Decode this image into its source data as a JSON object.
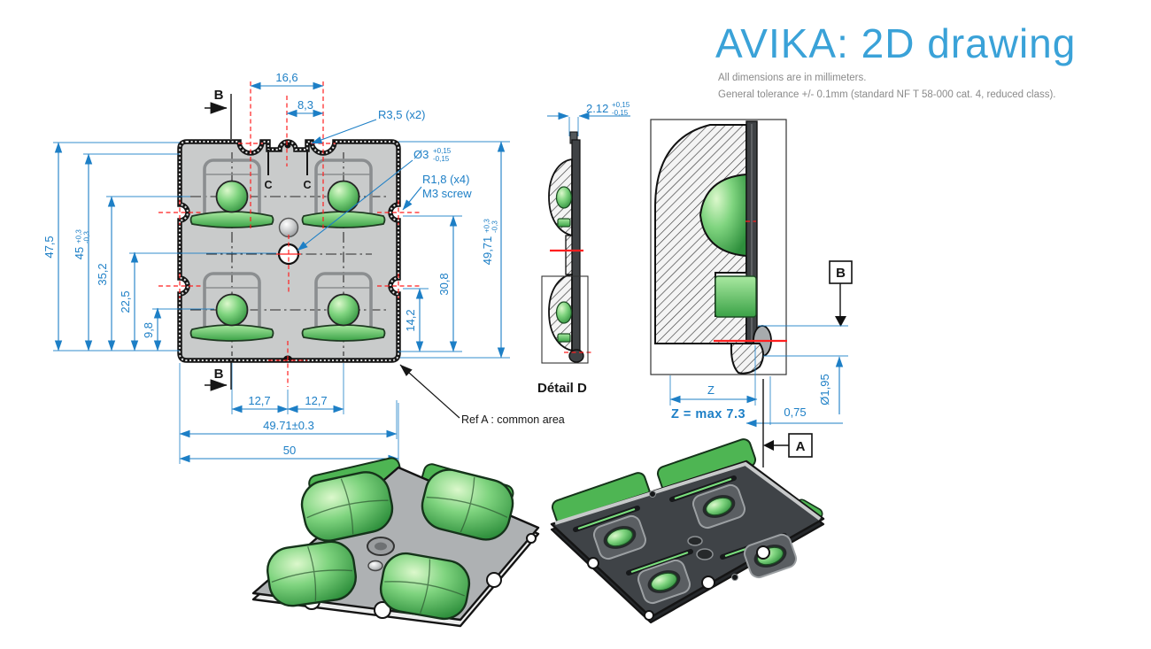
{
  "header": {
    "title": "AVIKA: 2D drawing",
    "subtitle1": "All dimensions are in millimeters.",
    "subtitle2": "General tolerance +/- 0.1mm (standard NF T 58-000 cat. 4, reduced class)."
  },
  "colors": {
    "dim_blue": "#1d7fc6",
    "title_blue": "#3aa2d8",
    "note_gray": "#8a8a8a",
    "red": "#ff1f1f",
    "ink": "#161616",
    "part_gray": "#c9cbcb",
    "plate_dark": "#3f4347",
    "green_mid": "#4eb553"
  },
  "front_view": {
    "section_b_top": "B",
    "section_b_bottom": "B",
    "clip_c_left": "C",
    "clip_c_right": "C",
    "dim_top_outer": "16,6",
    "dim_top_inner": "8,3",
    "callout_radius_top": "R3,5 (x2)",
    "callout_hole": {
      "value": "Ø3",
      "tol_plus": "+0,15",
      "tol_minus": "-0,15"
    },
    "callout_radius_corner": "R1,8 (x4)",
    "callout_screw": "M3 screw",
    "dim_left_1": "47,5",
    "dim_left_2": {
      "value": "45",
      "tol_plus": "+0,3",
      "tol_minus": "-0,3"
    },
    "dim_left_3": "35,2",
    "dim_left_4": "22,5",
    "dim_left_5": "9,8",
    "dim_right_1": {
      "value": "49,71",
      "tol_plus": "+0,3",
      "tol_minus": "-0,3"
    },
    "dim_right_2": "30,8",
    "dim_right_3": "14,2",
    "dim_bottom_1": "12,7",
    "dim_bottom_2": "12,7",
    "dim_bottom_3": "49.71±0.3",
    "dim_bottom_4": "50",
    "note_ref_a": "Ref A : common area"
  },
  "detail_d": {
    "dim_thickness": {
      "value": "2.12",
      "tol_plus": "+0,15",
      "tol_minus": "-0,15"
    },
    "label": "Détail D"
  },
  "right_detail": {
    "datum_b": "B",
    "datum_a": "A",
    "dim_z": "Z",
    "note_z": "Z = max 7.3",
    "dim_offset": "0,75",
    "dim_bump": "Ø1,95"
  }
}
